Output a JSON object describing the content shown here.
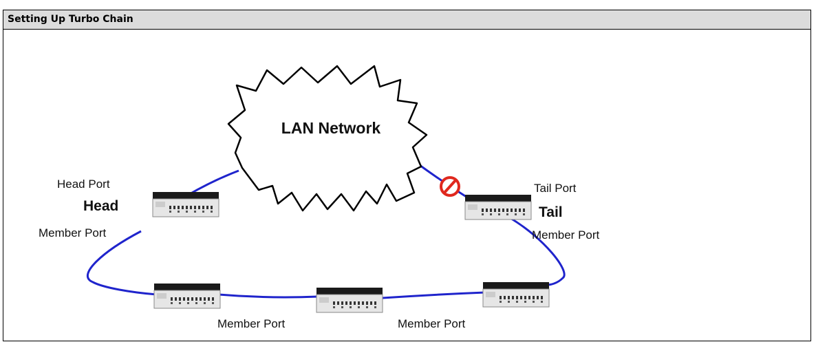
{
  "section": {
    "title": "Setting Up Turbo Chain"
  },
  "diagram": {
    "cloud_label": "LAN Network",
    "head": {
      "port_label": "Head Port",
      "role_label": "Head",
      "member_port_label": "Member Port"
    },
    "tail": {
      "port_label": "Tail Port",
      "role_label": "Tail",
      "member_port_label": "Member Port"
    },
    "bottom_labels": [
      "Member Port",
      "Member Port"
    ],
    "blocked_icon": "no-entry-icon",
    "colors": {
      "link": "#1f24cc",
      "blocked": "#e0281e",
      "switch_body": "#e6e6e6",
      "switch_top": "#1a1a1a"
    }
  }
}
